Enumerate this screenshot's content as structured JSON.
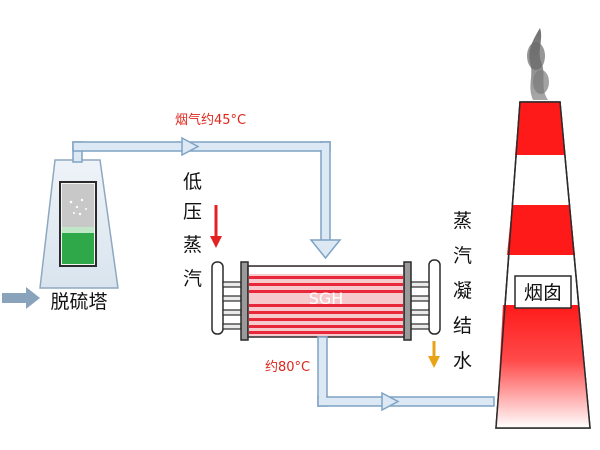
{
  "labels": {
    "desulfurization_tower": "脱硫塔",
    "flue_gas_in": "烟气约45°C",
    "low_pressure_steam": [
      "低",
      "压",
      "蒸",
      "汽"
    ],
    "sgh": "SGH",
    "outlet_temp": "约80°C",
    "steam_condensate": [
      "蒸",
      "汽",
      "凝",
      "结",
      "水"
    ],
    "chimney": "烟囱"
  },
  "colors": {
    "pipe_fill": "#dce8f3",
    "pipe_stroke": "#7fa3c4",
    "chimney_red": "#ff1a1a",
    "tube_red": "#e8283a",
    "steam_arrow": "#e32222",
    "condensate_arrow": "#e8a317",
    "annotation_text": "#e0261c"
  }
}
